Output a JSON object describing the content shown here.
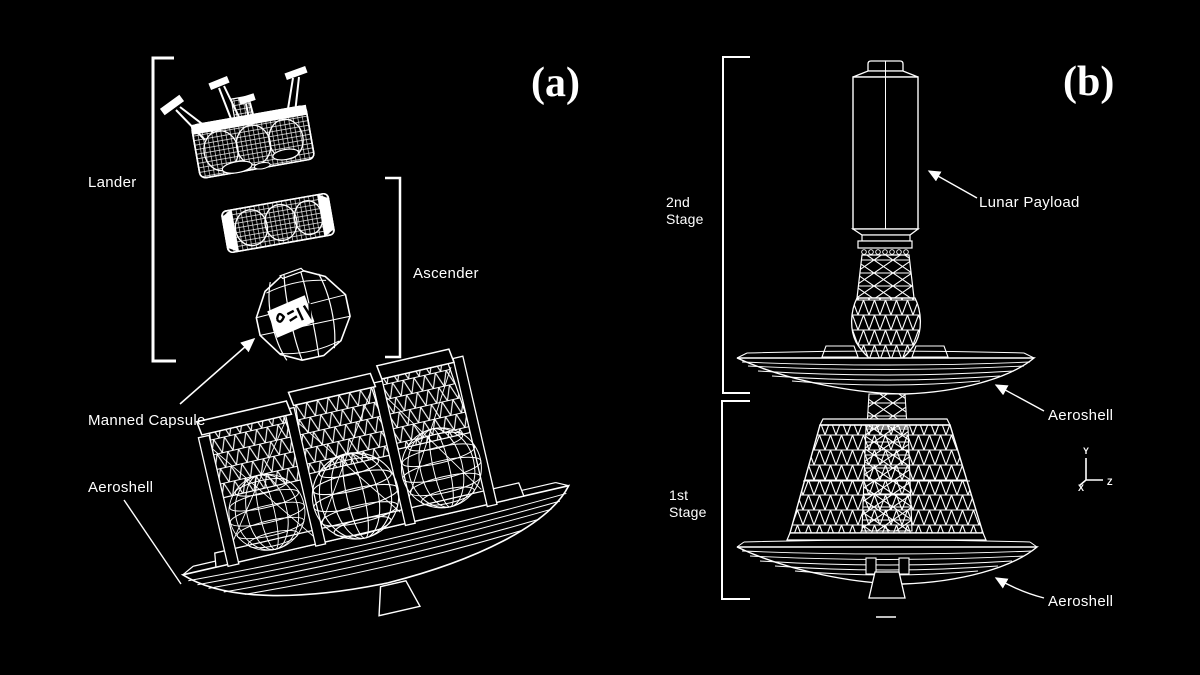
{
  "figure": {
    "background": "#000000",
    "line_color": "#ffffff",
    "panel_a": {
      "tag": "(a)",
      "bracket_labels": {
        "lander": "Lander",
        "ascender": "Ascender"
      },
      "callouts": {
        "manned_capsule": "Manned Capsule",
        "aeroshell": "Aeroshell"
      }
    },
    "panel_b": {
      "tag": "(b)",
      "stage_labels": {
        "second_line1": "2nd",
        "second_line2": "Stage",
        "first_line1": "1st",
        "first_line2": "Stage"
      },
      "callouts": {
        "lunar_payload": "Lunar Payload",
        "aeroshell_upper": "Aeroshell",
        "aeroshell_lower": "Aeroshell"
      },
      "axis_triad": {
        "x": "X",
        "y": "Y",
        "z": "Z"
      }
    }
  }
}
